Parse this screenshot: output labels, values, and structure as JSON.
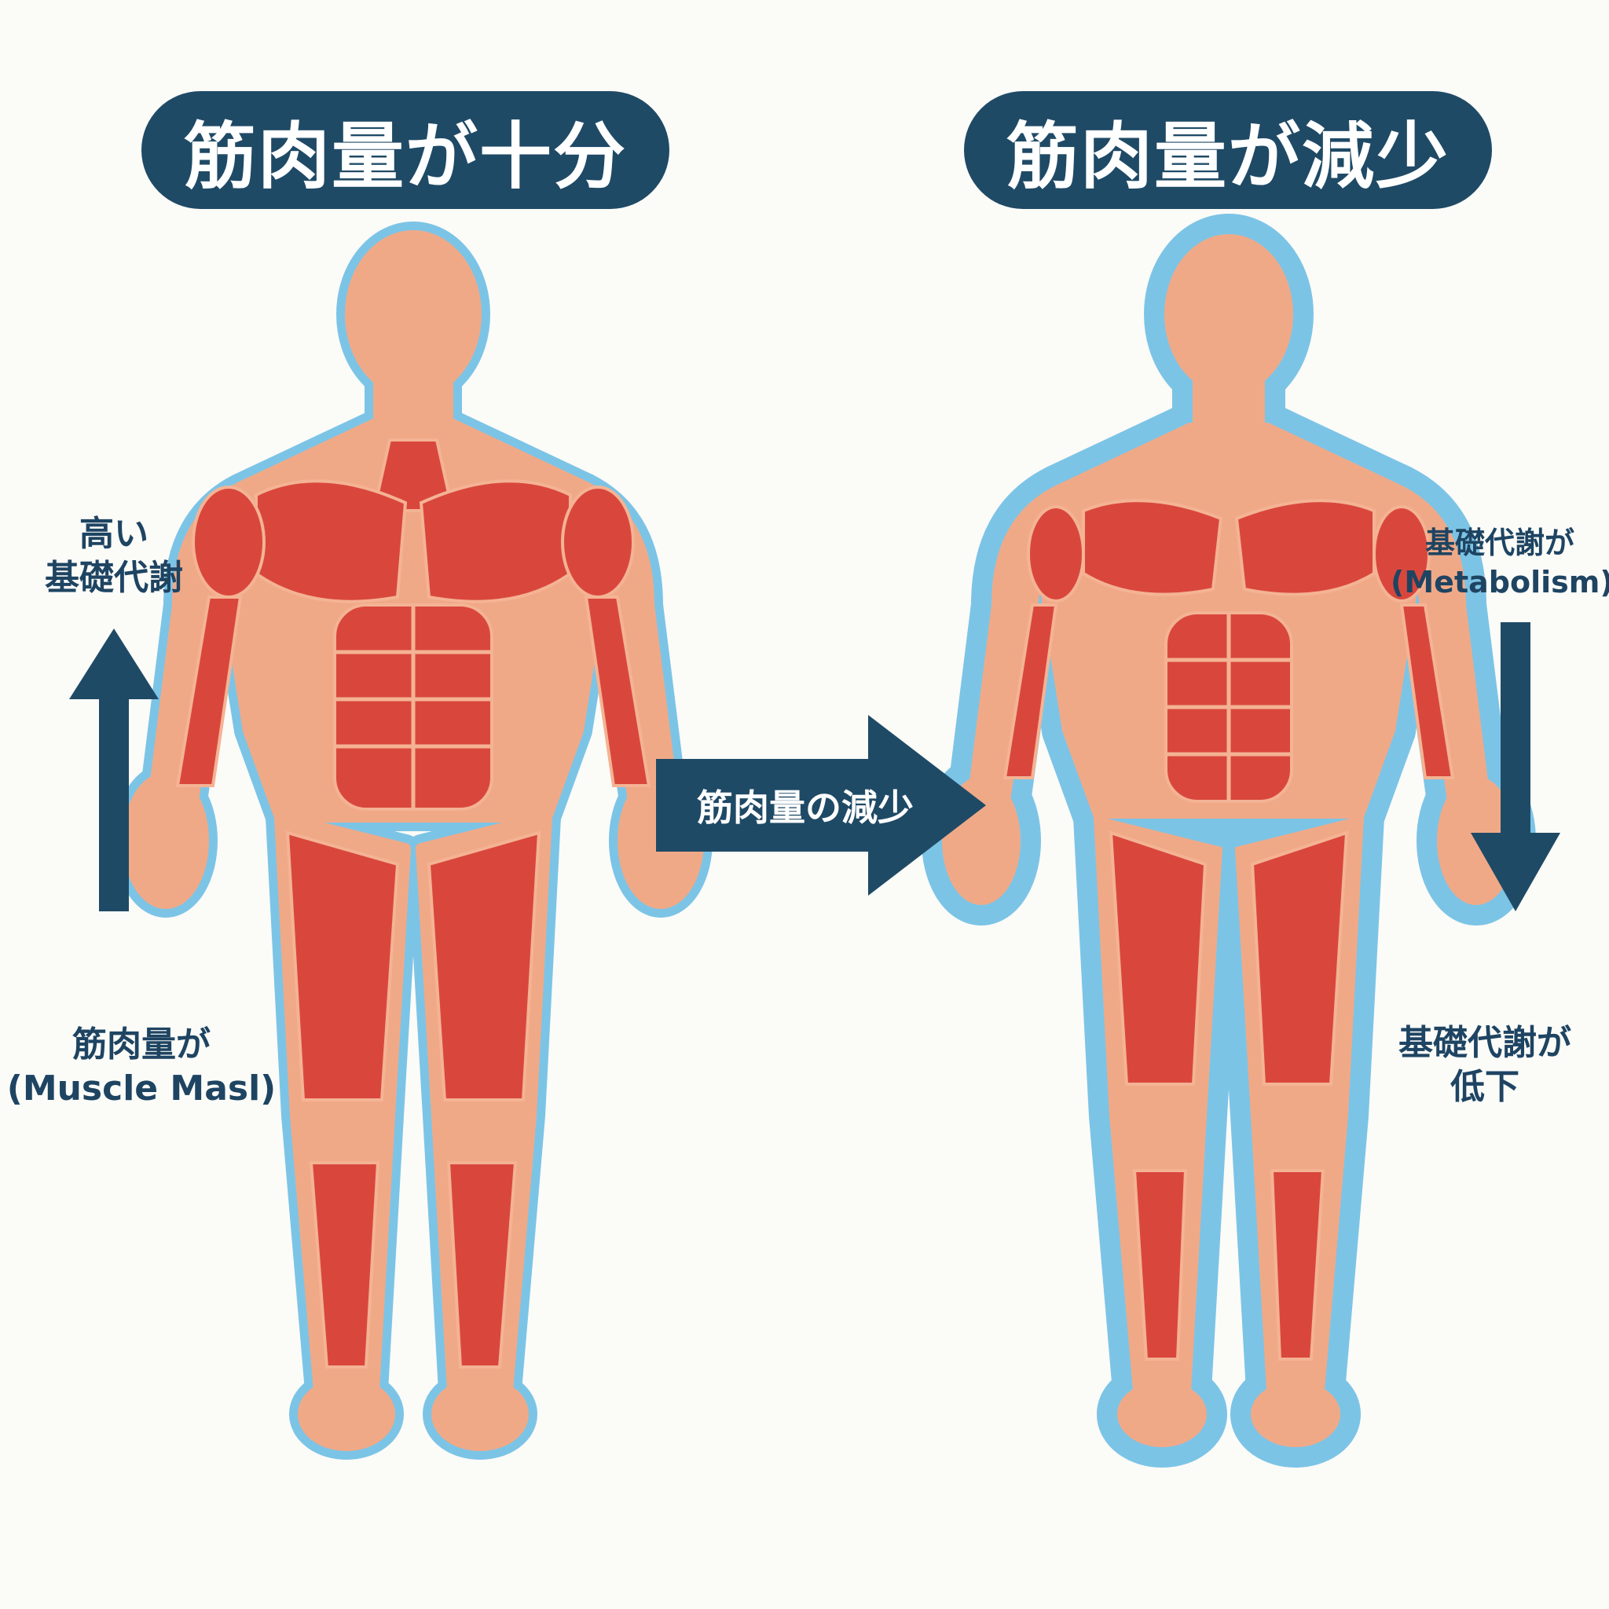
{
  "left_panel": {
    "title": "筋肉量が十分",
    "label_top": [
      "高い",
      "基礎代謝"
    ],
    "label_bottom": [
      "筋肉量が",
      "(Muscle Masl)"
    ]
  },
  "transition": {
    "label": "筋肉量の減少"
  },
  "right_panel": {
    "title": "筋肉量が減少",
    "label_top": [
      "基礎代謝が",
      "(Metabolism)"
    ],
    "label_bottom": [
      "基礎代謝が",
      "低下"
    ]
  },
  "colors": {
    "title_pill": "#1f4a66",
    "arrow": "#1f4a66",
    "muscle": "#d9473c",
    "skin": "#f0a987",
    "outline": "#7cc4e6"
  }
}
